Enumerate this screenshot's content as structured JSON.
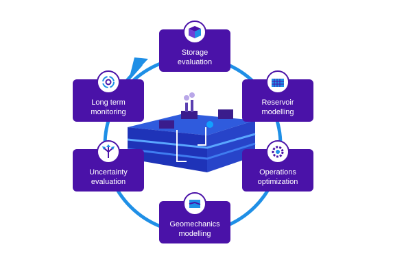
{
  "colors": {
    "accent": "#4a12a8",
    "cycle": "#1f8fe6",
    "ground_top": "#2f5bdd",
    "ground_side": "#1e33b8"
  },
  "nodes": [
    {
      "id": "storage",
      "label_1": "Storage",
      "label_2": "evaluation",
      "icon": "storage-cube-icon"
    },
    {
      "id": "reservoir",
      "label_1": "Reservoir",
      "label_2": "modelling",
      "icon": "reservoir-grid-icon"
    },
    {
      "id": "operations",
      "label_1": "Operations",
      "label_2": "optimization",
      "icon": "gear-icon"
    },
    {
      "id": "geomechanics",
      "label_1": "Geomechanics",
      "label_2": "modelling",
      "icon": "geomechanics-block-icon"
    },
    {
      "id": "uncertainty",
      "label_1": "Uncertainty",
      "label_2": "evaluation",
      "icon": "branching-arrows-icon"
    },
    {
      "id": "monitoring",
      "label_1": "Long term",
      "label_2": "monitoring",
      "icon": "cycle-gear-icon"
    }
  ]
}
